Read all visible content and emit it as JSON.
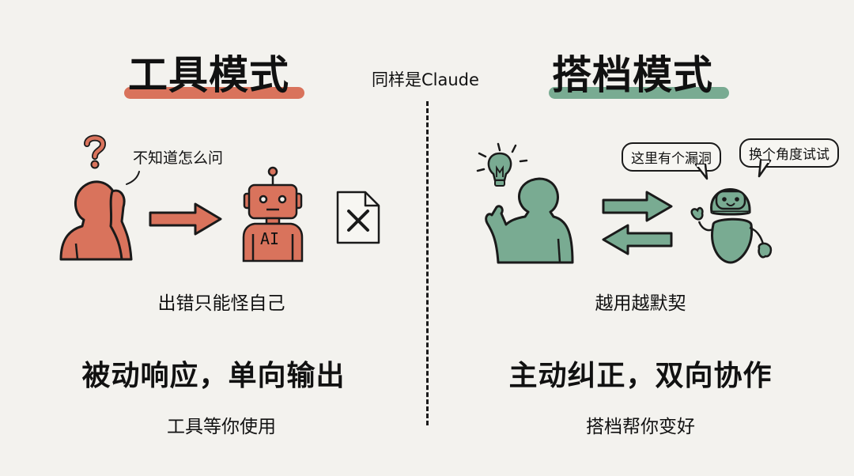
{
  "colors": {
    "background": "#f3f2ee",
    "tool_accent": "#d9735c",
    "partner_accent": "#79ab92",
    "ink": "#1a1a1a"
  },
  "center": {
    "label": "同样是Claude"
  },
  "left": {
    "title": "工具模式",
    "thought_text": "不知道怎么问",
    "question_mark": "?",
    "robot_label": "AI",
    "caption": "出错只能怪自己",
    "headline": "被动响应，单向输出",
    "subtitle": "工具等你使用",
    "icons": [
      "confused-person-icon",
      "question-mark-icon",
      "right-arrow-icon",
      "robot-ai-icon",
      "failed-document-icon"
    ]
  },
  "right": {
    "title": "搭档模式",
    "bubble_1": "这里有个漏洞",
    "bubble_2": "换个角度试试",
    "caption": "越用越默契",
    "headline": "主动纠正，双向协作",
    "subtitle": "搭档帮你变好",
    "icons": [
      "lightbulb-icon",
      "person-gesturing-icon",
      "right-arrow-icon",
      "left-arrow-icon",
      "friendly-robot-icon"
    ]
  }
}
